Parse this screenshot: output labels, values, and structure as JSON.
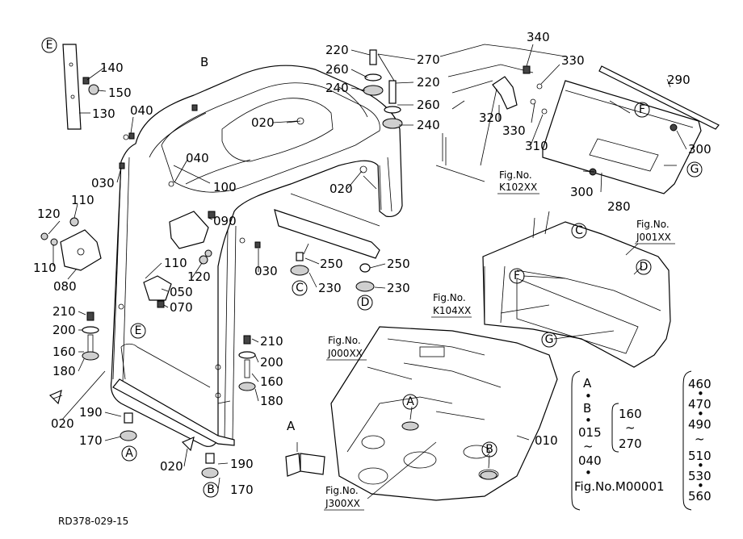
{
  "drawing_id": "RD378-029-15",
  "callouts": {
    "A": "A",
    "B": "B",
    "C": "C",
    "D": "D",
    "E": "E",
    "F": "F",
    "G": "G"
  },
  "parts": {
    "p020": "020",
    "p030": "030",
    "p040": "040",
    "p050": "050",
    "p070": "070",
    "p080": "080",
    "p090": "090",
    "p100": "100",
    "p110": "110",
    "p120": "120",
    "p130": "130",
    "p140": "140",
    "p150": "150",
    "p160": "160",
    "p170": "170",
    "p180": "180",
    "p190": "190",
    "p200": "200",
    "p210": "210",
    "p220": "220",
    "p230": "230",
    "p240": "240",
    "p250": "250",
    "p260": "260",
    "p270": "270",
    "p280": "280",
    "p290": "290",
    "p300": "300",
    "p310": "310",
    "p320": "320",
    "p330": "330",
    "p340": "340",
    "p010": "010"
  },
  "figrefs": {
    "fig_label": "Fig.No.",
    "k102": "K102XX",
    "j001": "J001XX",
    "k104": "K104XX",
    "j000": "J000XX",
    "j300": "J300XX"
  },
  "legend": {
    "a": "A",
    "b": "B",
    "dot": "•",
    "r015": "015",
    "tilde": "~",
    "r040": "040",
    "r160": "160",
    "r270": "270",
    "fig_m": "Fig.No.M00001"
  },
  "legend_right": [
    "460",
    "470",
    "490",
    "~",
    "510",
    "530",
    "560"
  ],
  "legend_right_dots": [
    "•",
    "•",
    "•",
    "•",
    "•"
  ]
}
